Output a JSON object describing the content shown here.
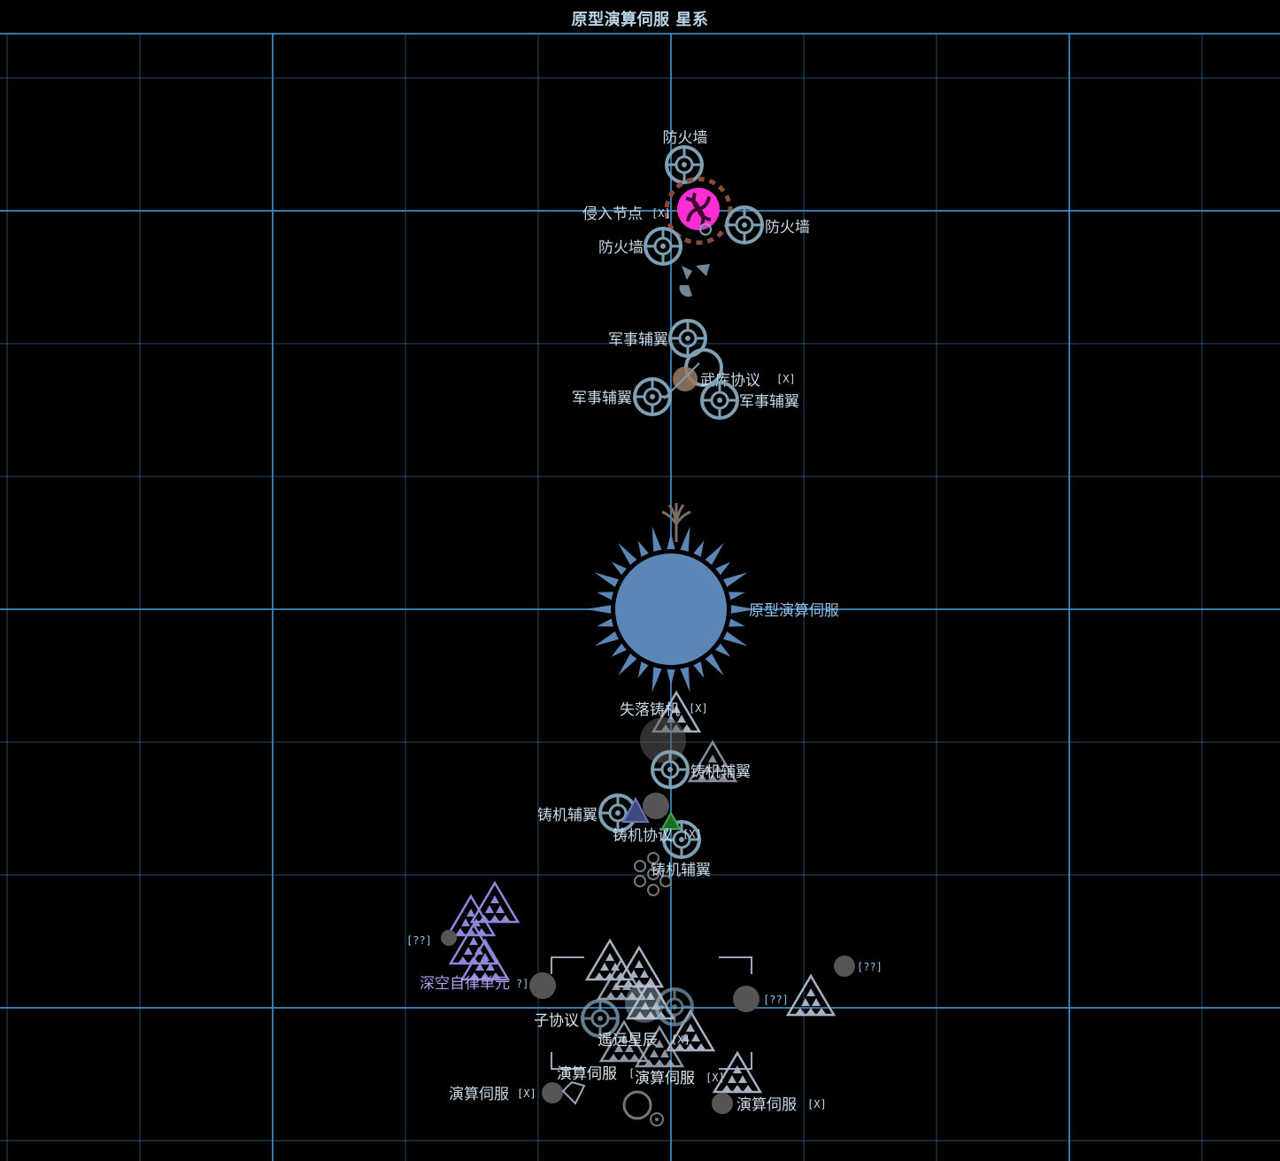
{
  "title": "原型演算伺服 星系",
  "star": {
    "label": "原型演算伺服",
    "color": "#5b86b5"
  },
  "colors": {
    "grid": "#3f8fc9",
    "background": "#000000",
    "node": "#7f9fb3",
    "invader": "#ff2ed2"
  },
  "labels": {
    "fw_top": "防火墙",
    "invasion": "侵入节点",
    "invasion_tag": "[X]",
    "fw_left": "防火墙",
    "fw_right": "防火墙",
    "mil_1": "军事辅翼",
    "mil_2": "军事辅翼",
    "mil_3": "军事辅翼",
    "armory": "武库协议",
    "armory_tag": "[X]",
    "lost_forge": "失落铸机",
    "lost_forge_tag": "[X]",
    "forge_aux_1": "铸机辅翼",
    "forge_aux_2": "铸机辅翼",
    "forge_aux_3": "铸机辅翼",
    "forge_protocol": "铸机协议",
    "forge_protocol_tag": "[X]",
    "unknown_1": "[??]",
    "deep_space": "深空自律单元",
    "deep_space_tag": "?]",
    "unknown_2": "[??]",
    "unknown_3": "[??]",
    "subprotocol": "子协议",
    "distant_stars": "遥远星辰",
    "distant_stars_tag": "[X]",
    "calc_1": "演算伺服",
    "calc_1_tag": "[X]",
    "calc_2": "演算伺服",
    "calc_2_tag": "[",
    "calc_3": "演算伺服",
    "calc_3_tag": "[X]",
    "calc_4": "演算伺服",
    "calc_4_tag": "[X]"
  }
}
